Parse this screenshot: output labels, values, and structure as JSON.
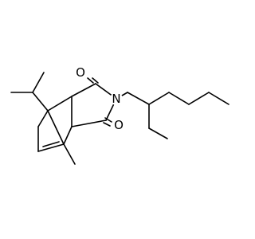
{
  "molecule": {
    "atom_labels": {
      "oxygen_top": "O",
      "nitrogen": "N",
      "oxygen_bottom": "O"
    }
  }
}
